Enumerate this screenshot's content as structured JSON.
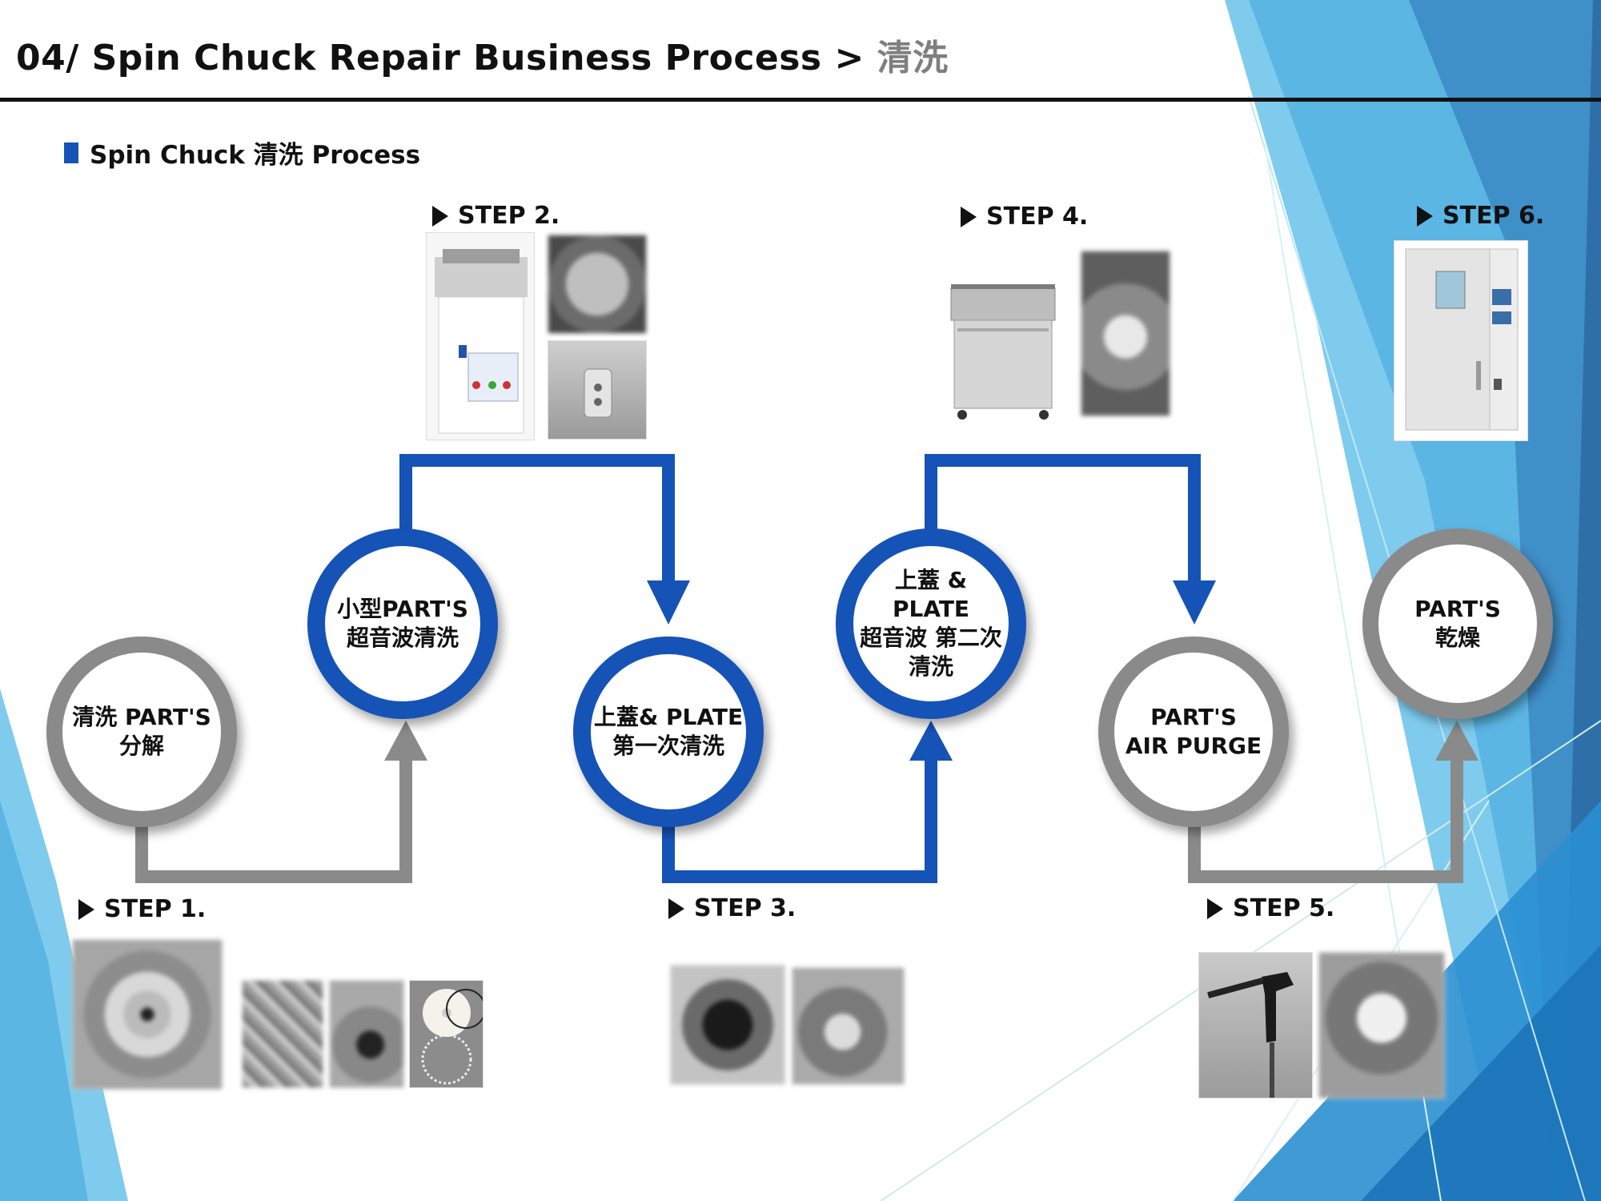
{
  "header": {
    "title": "04/ Spin Chuck Repair Business Process",
    "separator": ">",
    "crumb": "清洗"
  },
  "section": {
    "title": "Spin Chuck 清洗 Process"
  },
  "steps": {
    "step1": "STEP 1.",
    "step2": "STEP 2.",
    "step3": "STEP 3.",
    "step4": "STEP 4.",
    "step5": "STEP 5.",
    "step6": "STEP 6."
  },
  "nodes": {
    "n1": {
      "line1": "清洗 PART'S",
      "line2": "分解"
    },
    "n2": {
      "line1": "小型PART'S",
      "line2": "超音波清洗"
    },
    "n3": {
      "line1": "上蓋& PLATE",
      "line2": "第一次清洗"
    },
    "n4": {
      "line1": "上蓋 & PLATE",
      "line2": "超音波 第二次",
      "line3": "清洗"
    },
    "n5": {
      "line1": "PART'S",
      "line2": "AIR PURGE"
    },
    "n6": {
      "line1": "PART'S",
      "line2": "乾燥"
    }
  },
  "colors": {
    "blue": "#1553b6",
    "gray": "#8a8a8a",
    "bg_light": "#8fd3f0",
    "bg_dark": "#2f6fa8"
  }
}
